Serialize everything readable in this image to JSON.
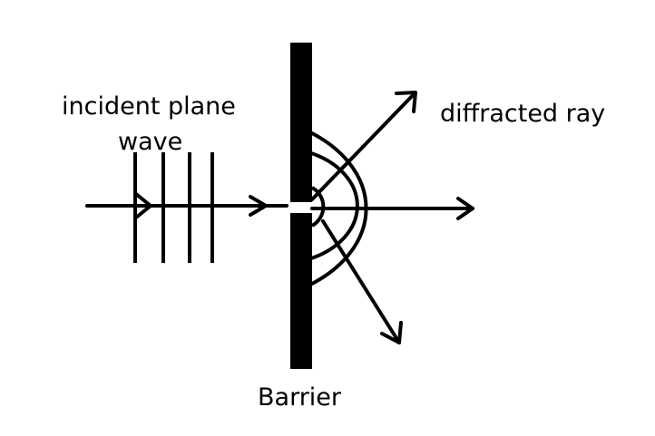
{
  "labels": {
    "incident_line1": "incident plane",
    "incident_line2": "wave",
    "diffracted": "diffracted ray",
    "barrier": "Barrier"
  },
  "colors": {
    "stroke": "#000000",
    "background": "#ffffff"
  }
}
